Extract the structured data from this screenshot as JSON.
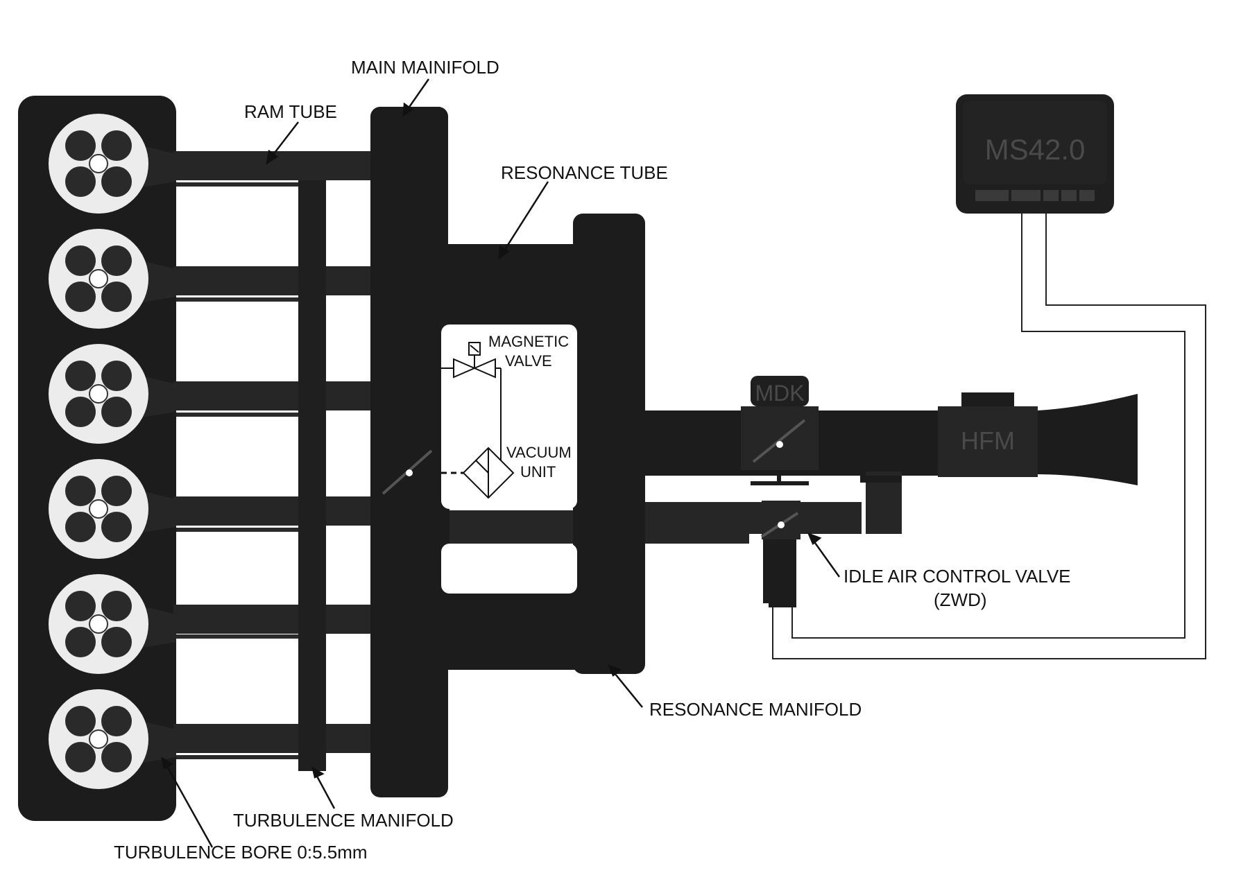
{
  "labels": {
    "main_manifold": "MAIN MAINIFOLD",
    "ram_tube": "RAM TUBE",
    "resonance_tube": "RESONANCE TUBE",
    "magnetic_valve_1": "MAGNETIC",
    "magnetic_valve_2": "VALVE",
    "vacuum_unit_1": "VACUUM",
    "vacuum_unit_2": "UNIT",
    "idle_air_1": "IDLE AIR CONTROL VALVE",
    "idle_air_2": "(ZWD)",
    "resonance_manifold": "RESONANCE MANIFOLD",
    "turbulence_manifold": "TURBULENCE MANIFOLD",
    "turbulence_bore": "TURBULENCE BORE 0:5.5mm"
  },
  "units": {
    "ecu": "MS42.0",
    "throttle": "MDK",
    "maf": "HFM"
  },
  "cylinder_count": 6,
  "colors": {
    "body": "#1c1c1c",
    "runner": "#262626",
    "cylinder_face": "#ececec",
    "port": "#2a2a2a",
    "unit_text": "#4a4a4a",
    "wire": "#222222"
  }
}
